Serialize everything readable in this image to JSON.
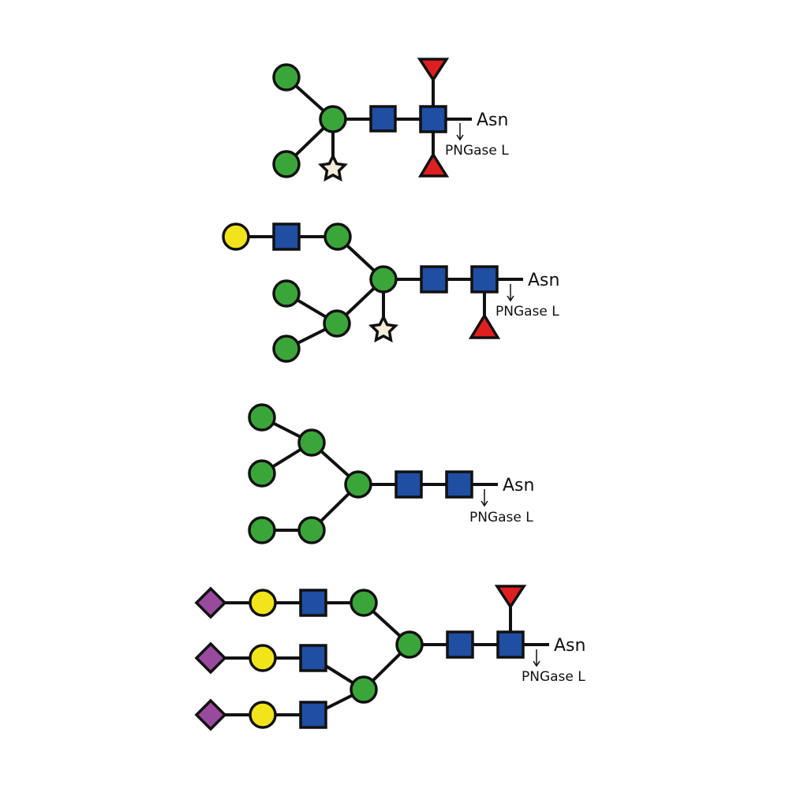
{
  "colors": {
    "mannose": "#3aa63a",
    "glcnac": "#1f4ea3",
    "fucose": "#e02020",
    "galactose": "#f2e41a",
    "sialic_acid": "#9a4a9e",
    "xylose": "#f7ecd8",
    "line": "#111111"
  },
  "glycans": [
    {
      "id": "glycan-1",
      "asn_label": "Asn",
      "enzyme_label": "PNGase L"
    },
    {
      "id": "glycan-2",
      "asn_label": "Asn",
      "enzyme_label": "PNGase L"
    },
    {
      "id": "glycan-3",
      "asn_label": "Asn",
      "enzyme_label": "PNGase L"
    },
    {
      "id": "glycan-4",
      "asn_label": "Asn",
      "enzyme_label": "PNGase L"
    }
  ]
}
